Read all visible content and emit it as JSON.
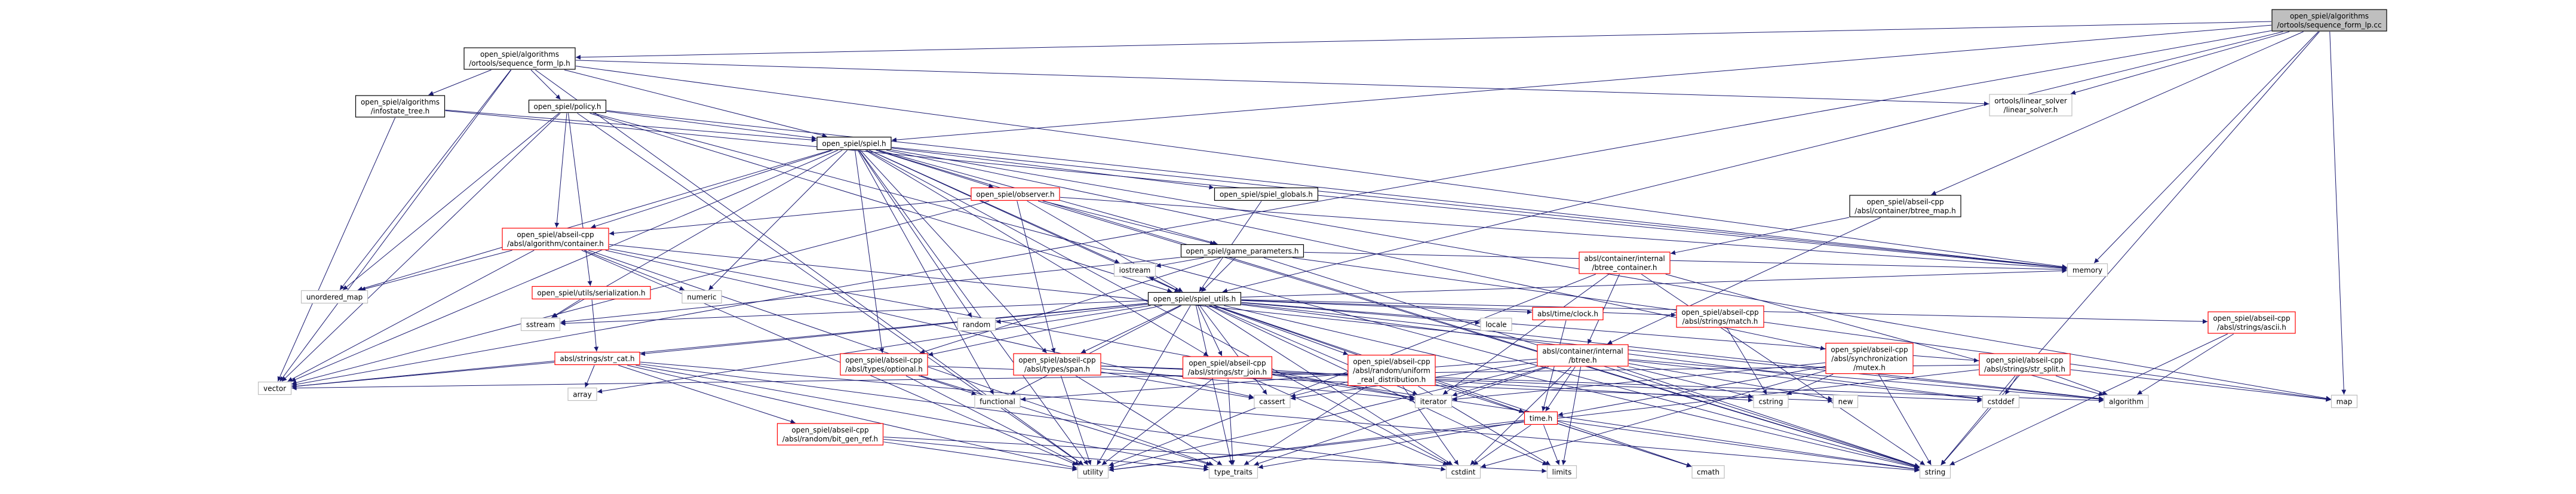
{
  "colors": {
    "edge": "#191970",
    "root_fill": "#bfbfbf",
    "doc_fill": "#ffffff",
    "doc_stroke": "#000000",
    "ext_stroke": "#bfbfbf",
    "partial_stroke": "#ff0000",
    "text": "#000000"
  },
  "nodes": [
    {
      "id": "root",
      "kind": "root",
      "lines": [
        "open_spiel/algorithms",
        "/ortools/sequence_form_lp.cc"
      ]
    },
    {
      "id": "seq_h",
      "kind": "doc",
      "lines": [
        "open_spiel/algorithms",
        "/ortools/sequence_form_lp.h"
      ]
    },
    {
      "id": "linear_solver",
      "kind": "ext",
      "lines": [
        "ortools/linear_solver",
        "/linear_solver.h"
      ]
    },
    {
      "id": "infostate_tree",
      "kind": "doc",
      "lines": [
        "open_spiel/algorithms",
        "/infostate_tree.h"
      ]
    },
    {
      "id": "policy",
      "kind": "doc",
      "lines": [
        "open_spiel/policy.h"
      ]
    },
    {
      "id": "spiel",
      "kind": "doc",
      "lines": [
        "open_spiel/spiel.h"
      ]
    },
    {
      "id": "observer",
      "kind": "partial",
      "lines": [
        "open_spiel/observer.h"
      ]
    },
    {
      "id": "spiel_globals",
      "kind": "doc",
      "lines": [
        "open_spiel/spiel_globals.h"
      ]
    },
    {
      "id": "btree_map",
      "kind": "doc",
      "lines": [
        "open_spiel/abseil-cpp",
        "/absl/container/btree_map.h"
      ]
    },
    {
      "id": "container",
      "kind": "partial",
      "lines": [
        "open_spiel/abseil-cpp",
        "/absl/algorithm/container.h"
      ]
    },
    {
      "id": "game_params",
      "kind": "doc",
      "lines": [
        "open_spiel/game_parameters.h"
      ]
    },
    {
      "id": "btree_container",
      "kind": "partial",
      "lines": [
        "absl/container/internal",
        "/btree_container.h"
      ]
    },
    {
      "id": "serialization",
      "kind": "partial",
      "lines": [
        "open_spiel/utils/serialization.h"
      ]
    },
    {
      "id": "spiel_utils",
      "kind": "doc",
      "lines": [
        "open_spiel/spiel_utils.h"
      ]
    },
    {
      "id": "btree",
      "kind": "partial",
      "lines": [
        "absl/container/internal",
        "/btree.h"
      ]
    },
    {
      "id": "mutex",
      "kind": "partial",
      "lines": [
        "open_spiel/abseil-cpp",
        "/absl/synchronization",
        "/mutex.h"
      ]
    },
    {
      "id": "str_cat",
      "kind": "partial",
      "lines": [
        "absl/strings/str_cat.h"
      ]
    },
    {
      "id": "optional",
      "kind": "partial",
      "lines": [
        "open_spiel/abseil-cpp",
        "/absl/types/optional.h"
      ]
    },
    {
      "id": "span",
      "kind": "partial",
      "lines": [
        "open_spiel/abseil-cpp",
        "/absl/types/span.h"
      ]
    },
    {
      "id": "str_join",
      "kind": "partial",
      "lines": [
        "open_spiel/abseil-cpp",
        "/absl/strings/str_join.h"
      ]
    },
    {
      "id": "uniform",
      "kind": "partial",
      "lines": [
        "open_spiel/abseil-cpp",
        "/absl/random/uniform",
        "_real_distribution.h"
      ]
    },
    {
      "id": "clock",
      "kind": "partial",
      "lines": [
        "absl/time/clock.h"
      ]
    },
    {
      "id": "match",
      "kind": "partial",
      "lines": [
        "open_spiel/abseil-cpp",
        "/absl/strings/match.h"
      ]
    },
    {
      "id": "str_split",
      "kind": "partial",
      "lines": [
        "open_spiel/abseil-cpp",
        "/absl/strings/str_split.h"
      ]
    },
    {
      "id": "ascii",
      "kind": "partial",
      "lines": [
        "open_spiel/abseil-cpp",
        "/absl/strings/ascii.h"
      ]
    },
    {
      "id": "bit_gen_ref",
      "kind": "partial",
      "lines": [
        "open_spiel/abseil-cpp",
        "/absl/random/bit_gen_ref.h"
      ]
    },
    {
      "id": "time",
      "kind": "partial",
      "lines": [
        "time.h"
      ]
    },
    {
      "id": "unordered_map",
      "kind": "ext",
      "lines": [
        "unordered_map"
      ]
    },
    {
      "id": "numeric",
      "kind": "ext",
      "lines": [
        "numeric"
      ]
    },
    {
      "id": "iostream",
      "kind": "ext",
      "lines": [
        "iostream"
      ]
    },
    {
      "id": "memory",
      "kind": "ext",
      "lines": [
        "memory"
      ]
    },
    {
      "id": "sstream",
      "kind": "ext",
      "lines": [
        "sstream"
      ]
    },
    {
      "id": "random",
      "kind": "ext",
      "lines": [
        "random"
      ]
    },
    {
      "id": "locale",
      "kind": "ext",
      "lines": [
        "locale"
      ]
    },
    {
      "id": "vector",
      "kind": "ext",
      "lines": [
        "vector"
      ]
    },
    {
      "id": "array",
      "kind": "ext",
      "lines": [
        "array"
      ]
    },
    {
      "id": "functional",
      "kind": "ext",
      "lines": [
        "functional"
      ]
    },
    {
      "id": "cassert",
      "kind": "ext",
      "lines": [
        "cassert"
      ]
    },
    {
      "id": "iterator",
      "kind": "ext",
      "lines": [
        "iterator"
      ]
    },
    {
      "id": "cstring",
      "kind": "ext",
      "lines": [
        "cstring"
      ]
    },
    {
      "id": "new",
      "kind": "ext",
      "lines": [
        "new"
      ]
    },
    {
      "id": "cstddef",
      "kind": "ext",
      "lines": [
        "cstddef"
      ]
    },
    {
      "id": "algorithm",
      "kind": "ext",
      "lines": [
        "algorithm"
      ]
    },
    {
      "id": "map",
      "kind": "ext",
      "lines": [
        "map"
      ]
    },
    {
      "id": "utility",
      "kind": "ext",
      "lines": [
        "utility"
      ]
    },
    {
      "id": "type_traits",
      "kind": "ext",
      "lines": [
        "type_traits"
      ]
    },
    {
      "id": "cstdint",
      "kind": "ext",
      "lines": [
        "cstdint"
      ]
    },
    {
      "id": "limits",
      "kind": "ext",
      "lines": [
        "limits"
      ]
    },
    {
      "id": "cmath",
      "kind": "ext",
      "lines": [
        "cmath"
      ]
    },
    {
      "id": "string",
      "kind": "ext",
      "lines": [
        "string"
      ]
    }
  ],
  "edges": [
    [
      "root",
      "seq_h"
    ],
    [
      "root",
      "linear_solver"
    ],
    [
      "root",
      "spiel"
    ],
    [
      "root",
      "spiel_utils"
    ],
    [
      "root",
      "btree_map"
    ],
    [
      "root",
      "memory"
    ],
    [
      "root",
      "map"
    ],
    [
      "root",
      "string"
    ],
    [
      "root",
      "vector"
    ],
    [
      "seq_h",
      "infostate_tree"
    ],
    [
      "seq_h",
      "policy"
    ],
    [
      "seq_h",
      "linear_solver"
    ],
    [
      "seq_h",
      "spiel"
    ],
    [
      "seq_h",
      "unordered_map"
    ],
    [
      "seq_h",
      "vector"
    ],
    [
      "seq_h",
      "memory"
    ],
    [
      "seq_h",
      "utility"
    ],
    [
      "infostate_tree",
      "spiel"
    ],
    [
      "infostate_tree",
      "vector"
    ],
    [
      "infostate_tree",
      "memory"
    ],
    [
      "policy",
      "spiel"
    ],
    [
      "policy",
      "container"
    ],
    [
      "policy",
      "serialization"
    ],
    [
      "policy",
      "spiel_utils"
    ],
    [
      "policy",
      "memory"
    ],
    [
      "policy",
      "string"
    ],
    [
      "policy",
      "unordered_map"
    ],
    [
      "policy",
      "utility"
    ],
    [
      "policy",
      "vector"
    ],
    [
      "spiel",
      "observer"
    ],
    [
      "spiel",
      "spiel_globals"
    ],
    [
      "spiel",
      "spiel_utils"
    ],
    [
      "spiel",
      "game_params"
    ],
    [
      "spiel",
      "container"
    ],
    [
      "spiel",
      "optional"
    ],
    [
      "spiel",
      "span"
    ],
    [
      "spiel",
      "str_join"
    ],
    [
      "spiel",
      "mutex"
    ],
    [
      "spiel",
      "unordered_map"
    ],
    [
      "spiel",
      "numeric"
    ],
    [
      "spiel",
      "sstream"
    ],
    [
      "spiel",
      "iostream"
    ],
    [
      "spiel",
      "random"
    ],
    [
      "spiel",
      "memory"
    ],
    [
      "spiel",
      "functional"
    ],
    [
      "spiel",
      "vector"
    ],
    [
      "spiel",
      "string"
    ],
    [
      "spiel",
      "utility"
    ],
    [
      "spiel",
      "map"
    ],
    [
      "spiel",
      "cstdint"
    ],
    [
      "observer",
      "game_params"
    ],
    [
      "observer",
      "spiel_utils"
    ],
    [
      "observer",
      "container"
    ],
    [
      "observer",
      "span"
    ],
    [
      "observer",
      "memory"
    ],
    [
      "observer",
      "string"
    ],
    [
      "observer",
      "vector"
    ],
    [
      "spiel_globals",
      "spiel_utils"
    ],
    [
      "btree_map",
      "btree"
    ],
    [
      "btree_map",
      "btree_container"
    ],
    [
      "container",
      "unordered_map"
    ],
    [
      "container",
      "numeric"
    ],
    [
      "container",
      "algorithm"
    ],
    [
      "container",
      "cassert"
    ],
    [
      "container",
      "iterator"
    ],
    [
      "container",
      "type_traits"
    ],
    [
      "container",
      "utility"
    ],
    [
      "container",
      "vector"
    ],
    [
      "game_params",
      "spiel_utils"
    ],
    [
      "game_params",
      "iostream"
    ],
    [
      "game_params",
      "sstream"
    ],
    [
      "game_params",
      "memory"
    ],
    [
      "game_params",
      "map"
    ],
    [
      "game_params",
      "string"
    ],
    [
      "game_params",
      "optional"
    ],
    [
      "btree_container",
      "btree"
    ],
    [
      "btree_container",
      "algorithm"
    ],
    [
      "btree_container",
      "iterator"
    ],
    [
      "btree_container",
      "string"
    ],
    [
      "btree_container",
      "utility"
    ],
    [
      "serialization",
      "str_cat"
    ],
    [
      "serialization",
      "sstream"
    ],
    [
      "spiel_utils",
      "str_cat"
    ],
    [
      "spiel_utils",
      "optional"
    ],
    [
      "spiel_utils",
      "span"
    ],
    [
      "spiel_utils",
      "str_join"
    ],
    [
      "spiel_utils",
      "uniform"
    ],
    [
      "spiel_utils",
      "clock"
    ],
    [
      "spiel_utils",
      "match"
    ],
    [
      "spiel_utils",
      "str_split"
    ],
    [
      "spiel_utils",
      "ascii"
    ],
    [
      "spiel_utils",
      "time"
    ],
    [
      "spiel_utils",
      "algorithm"
    ],
    [
      "spiel_utils",
      "array"
    ],
    [
      "spiel_utils",
      "cassert"
    ],
    [
      "spiel_utils",
      "cmath"
    ],
    [
      "spiel_utils",
      "cstdint"
    ],
    [
      "spiel_utils",
      "functional"
    ],
    [
      "spiel_utils",
      "iostream"
    ],
    [
      "spiel_utils",
      "locale"
    ],
    [
      "spiel_utils",
      "memory"
    ],
    [
      "spiel_utils",
      "random"
    ],
    [
      "spiel_utils",
      "sstream"
    ],
    [
      "spiel_utils",
      "string"
    ],
    [
      "spiel_utils",
      "type_traits"
    ],
    [
      "spiel_utils",
      "utility"
    ],
    [
      "spiel_utils",
      "vector"
    ],
    [
      "spiel_utils",
      "cstddef"
    ],
    [
      "spiel_utils",
      "limits"
    ],
    [
      "spiel_utils",
      "iterator"
    ],
    [
      "btree",
      "algorithm"
    ],
    [
      "btree",
      "cassert"
    ],
    [
      "btree",
      "cstddef"
    ],
    [
      "btree",
      "cstdint"
    ],
    [
      "btree",
      "cstring"
    ],
    [
      "btree",
      "functional"
    ],
    [
      "btree",
      "iterator"
    ],
    [
      "btree",
      "limits"
    ],
    [
      "btree",
      "new"
    ],
    [
      "btree",
      "string"
    ],
    [
      "btree",
      "type_traits"
    ],
    [
      "btree",
      "utility"
    ],
    [
      "btree",
      "time"
    ],
    [
      "mutex",
      "cstdint"
    ],
    [
      "mutex",
      "cstring"
    ],
    [
      "mutex",
      "iterator"
    ],
    [
      "mutex",
      "string"
    ],
    [
      "mutex",
      "time"
    ],
    [
      "str_cat",
      "array"
    ],
    [
      "str_cat",
      "cstdint"
    ],
    [
      "str_cat",
      "string"
    ],
    [
      "str_cat",
      "type_traits"
    ],
    [
      "str_cat",
      "utility"
    ],
    [
      "str_cat",
      "vector"
    ],
    [
      "str_cat",
      "bit_gen_ref"
    ],
    [
      "optional",
      "functional"
    ],
    [
      "optional",
      "new"
    ],
    [
      "optional",
      "type_traits"
    ],
    [
      "optional",
      "utility"
    ],
    [
      "span",
      "algorithm"
    ],
    [
      "span",
      "cassert"
    ],
    [
      "span",
      "cstddef"
    ],
    [
      "span",
      "iterator"
    ],
    [
      "span",
      "type_traits"
    ],
    [
      "span",
      "utility"
    ],
    [
      "str_join",
      "cstdint"
    ],
    [
      "str_join",
      "cstring"
    ],
    [
      "str_join",
      "iterator"
    ],
    [
      "str_join",
      "string"
    ],
    [
      "str_join",
      "type_traits"
    ],
    [
      "str_join",
      "utility"
    ],
    [
      "uniform",
      "cassert"
    ],
    [
      "uniform",
      "cmath"
    ],
    [
      "uniform",
      "cstdint"
    ],
    [
      "uniform",
      "limits"
    ],
    [
      "uniform",
      "type_traits"
    ],
    [
      "clock",
      "time"
    ],
    [
      "match",
      "cstring"
    ],
    [
      "str_split",
      "algorithm"
    ],
    [
      "str_split",
      "cstddef"
    ],
    [
      "str_split",
      "map"
    ],
    [
      "str_split",
      "string"
    ],
    [
      "str_split",
      "utility"
    ],
    [
      "str_split",
      "vector"
    ],
    [
      "ascii",
      "algorithm"
    ],
    [
      "ascii",
      "string"
    ],
    [
      "bit_gen_ref",
      "limits"
    ],
    [
      "bit_gen_ref",
      "type_traits"
    ],
    [
      "bit_gen_ref",
      "utility"
    ],
    [
      "time",
      "cmath"
    ],
    [
      "time",
      "cstdint"
    ],
    [
      "time",
      "limits"
    ],
    [
      "time",
      "string"
    ],
    [
      "time",
      "type_traits"
    ],
    [
      "time",
      "utility"
    ]
  ]
}
